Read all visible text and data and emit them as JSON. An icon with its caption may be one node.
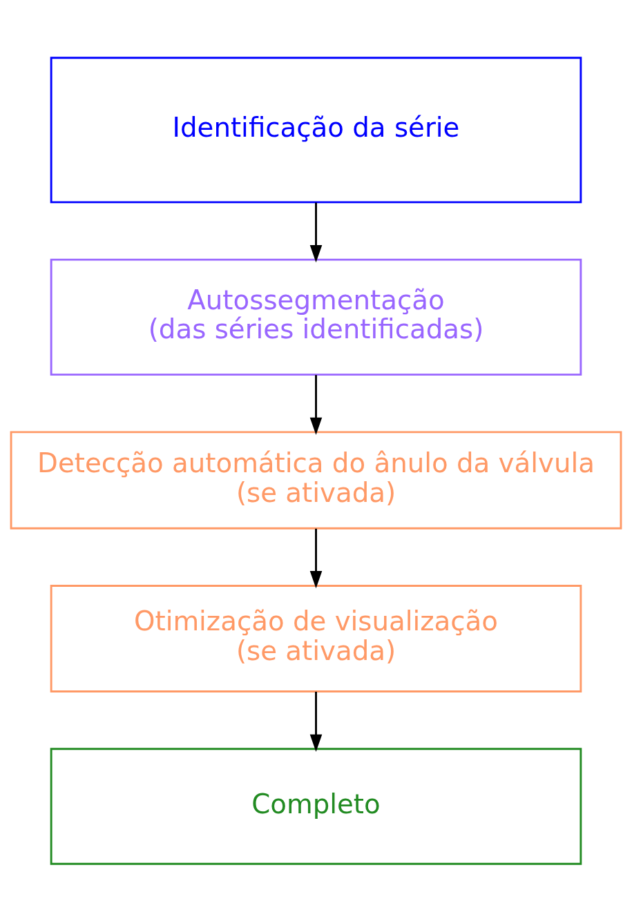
{
  "diagram": {
    "nodes": [
      {
        "text": [
          "Identificação da série"
        ]
      },
      {
        "text": [
          "Autossegmentação (das séries identificadas)"
        ]
      },
      {
        "text": [
          "Detecção automática do ânulo da válvula (se ativada)"
        ]
      },
      {
        "text": [
          "Otimização de visualização (se ativada)"
        ]
      },
      {
        "text": [
          "Completo"
        ]
      }
    ],
    "edges": [
      {
        "from": 0,
        "to": 1,
        "arrow": "to"
      },
      {
        "from": 1,
        "to": 2,
        "arrow": "to"
      },
      {
        "from": 2,
        "to": 3,
        "arrow": "to"
      },
      {
        "from": 3,
        "to": 4,
        "arrow": "to"
      }
    ]
  }
}
